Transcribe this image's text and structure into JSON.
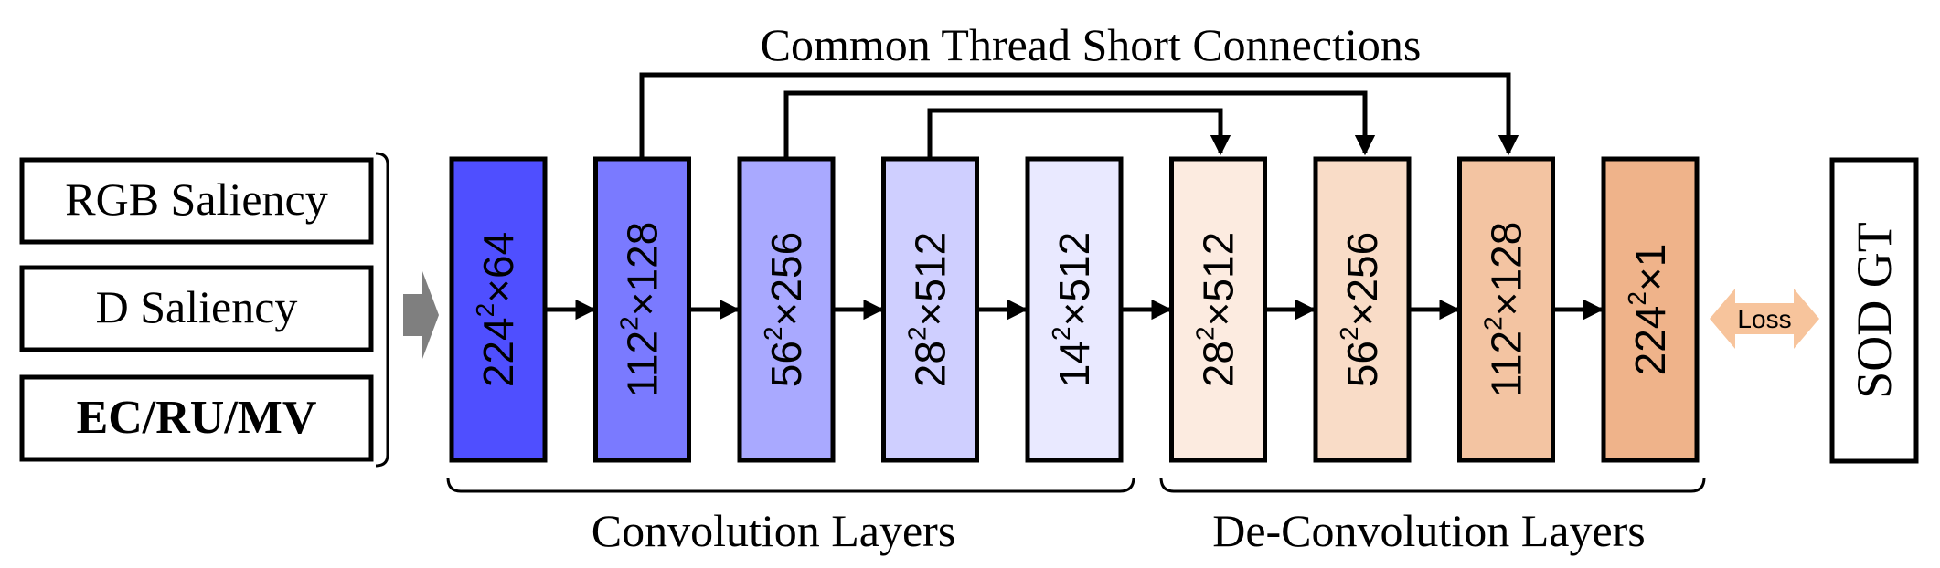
{
  "inputs": [
    {
      "label": "RGB Saliency",
      "bold": false
    },
    {
      "label": "D Saliency",
      "bold": false
    },
    {
      "label": "EC/RU/MV",
      "bold": true
    }
  ],
  "title": "Common Thread Short Connections",
  "layers": [
    {
      "base": "224",
      "exp": "2",
      "rest": "×64",
      "fill": "#4f4fff"
    },
    {
      "base": "112",
      "exp": "2",
      "rest": "×128",
      "fill": "#7a7aff"
    },
    {
      "base": "56",
      "exp": "2",
      "rest": "×256",
      "fill": "#a9a9ff"
    },
    {
      "base": "28",
      "exp": "2",
      "rest": "×512",
      "fill": "#cfcfff"
    },
    {
      "base": "14",
      "exp": "2",
      "rest": "×512",
      "fill": "#e9e9ff"
    },
    {
      "base": "28",
      "exp": "2",
      "rest": "×512",
      "fill": "#fcebe0"
    },
    {
      "base": "56",
      "exp": "2",
      "rest": "×256",
      "fill": "#f9dcc7"
    },
    {
      "base": "112",
      "exp": "2",
      "rest": "×128",
      "fill": "#f3c4a2"
    },
    {
      "base": "224",
      "exp": "2",
      "rest": "×1",
      "fill": "#efb38a"
    }
  ],
  "groups": {
    "conv": "Convolution Layers",
    "deconv": "De-Convolution Layers"
  },
  "loss": {
    "label": "Loss",
    "color": "#f7c49c"
  },
  "gt": {
    "label": "SOD GT"
  },
  "colors": {
    "input_arrow": "#7f7f7f",
    "line": "#000000"
  }
}
